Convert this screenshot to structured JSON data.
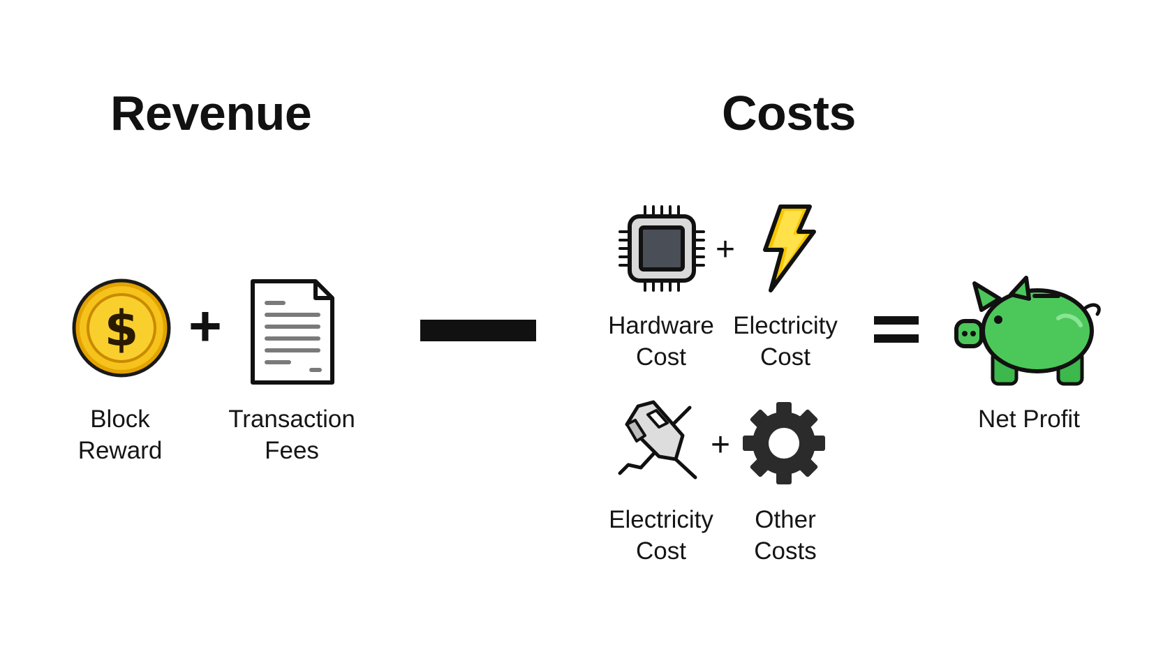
{
  "revenue": {
    "heading": "Revenue",
    "block_reward": {
      "line1": "Block",
      "line2": "Reward",
      "icon": "dollar-coin-icon"
    },
    "plus": "+",
    "transaction_fees": {
      "line1": "Transaction",
      "line2": "Fees",
      "icon": "document-icon"
    }
  },
  "minus": {
    "icon": "minus-bar-icon"
  },
  "costs": {
    "heading": "Costs",
    "hardware_cost": {
      "line1": "Hardware",
      "line2": "Cost",
      "icon": "cpu-chip-icon"
    },
    "plus_top": "+",
    "electricity_cost_top": {
      "line1": "Electricity",
      "line2": "Cost",
      "icon": "lightning-bolt-icon"
    },
    "electricity_cost_bottom": {
      "line1": "Electricity",
      "line2": "Cost",
      "icon": "power-plug-icon"
    },
    "plus_bottom": "+",
    "other_costs": {
      "line1": "Other",
      "line2": "Costs",
      "icon": "gear-icon"
    }
  },
  "equals": {
    "icon": "equals-icon"
  },
  "net_profit": {
    "label": "Net Profit",
    "icon": "piggy-bank-icon"
  },
  "colors": {
    "coin_gold": "#F2B705",
    "coin_dark": "#C98A00",
    "bolt_yellow": "#F7C600",
    "piggy_green": "#4CC85A",
    "chip_gray": "#4A4F57"
  }
}
